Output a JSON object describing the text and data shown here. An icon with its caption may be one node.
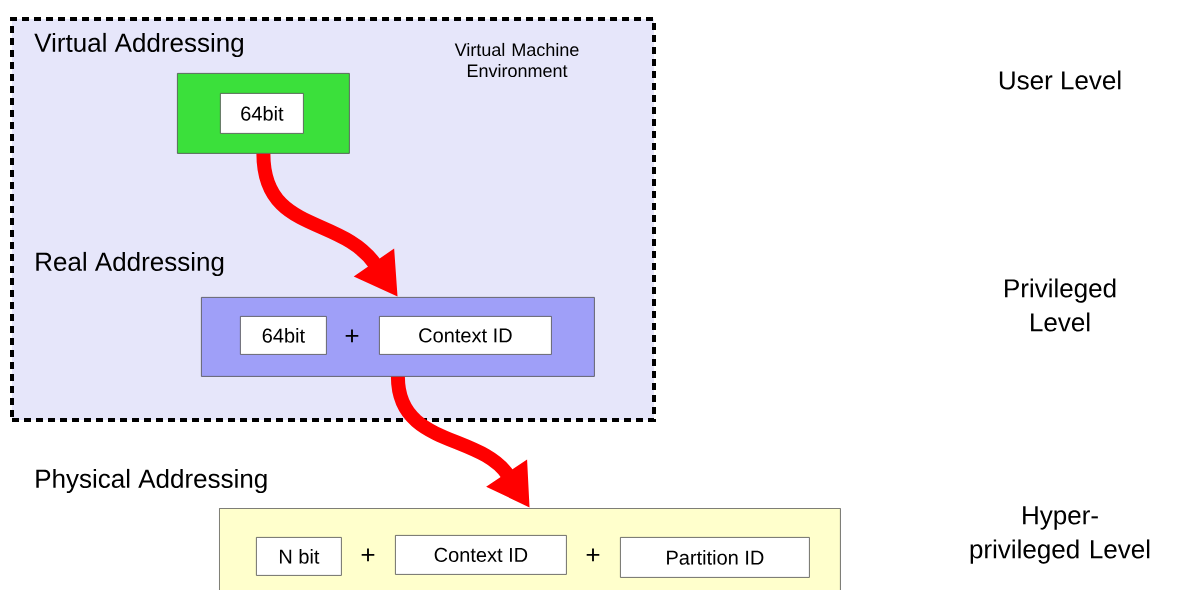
{
  "diagram": {
    "nodes": [
      {
        "text": [
          "Virtual Machine Environment"
        ]
      },
      {
        "text": [],
        "shape": "box",
        "in": 0
      },
      {
        "text": [
          "64bit"
        ],
        "in": 1
      },
      {
        "text": [],
        "shape": "box",
        "in": 0
      },
      {
        "text": [
          "64bit"
        ],
        "in": 3
      },
      {
        "text": [
          "Context ID"
        ],
        "in": 3
      },
      {
        "text": [],
        "shape": "box"
      },
      {
        "text": [
          "N bit"
        ],
        "in": 6
      },
      {
        "text": [
          "Context ID"
        ],
        "in": 6
      },
      {
        "text": [
          "Partition ID"
        ],
        "in": 6
      }
    ],
    "edges": [
      {
        "from": 1,
        "to": 3,
        "arrow": "to"
      },
      {
        "from": 3,
        "to": 6,
        "arrow": "to"
      }
    ],
    "labels": [
      "Virtual Addressing",
      "User Level",
      "Real Addressing",
      "Privileged Level",
      "+",
      "Physical Addressing",
      "Hyper-privileged Level",
      "+",
      "+"
    ]
  }
}
